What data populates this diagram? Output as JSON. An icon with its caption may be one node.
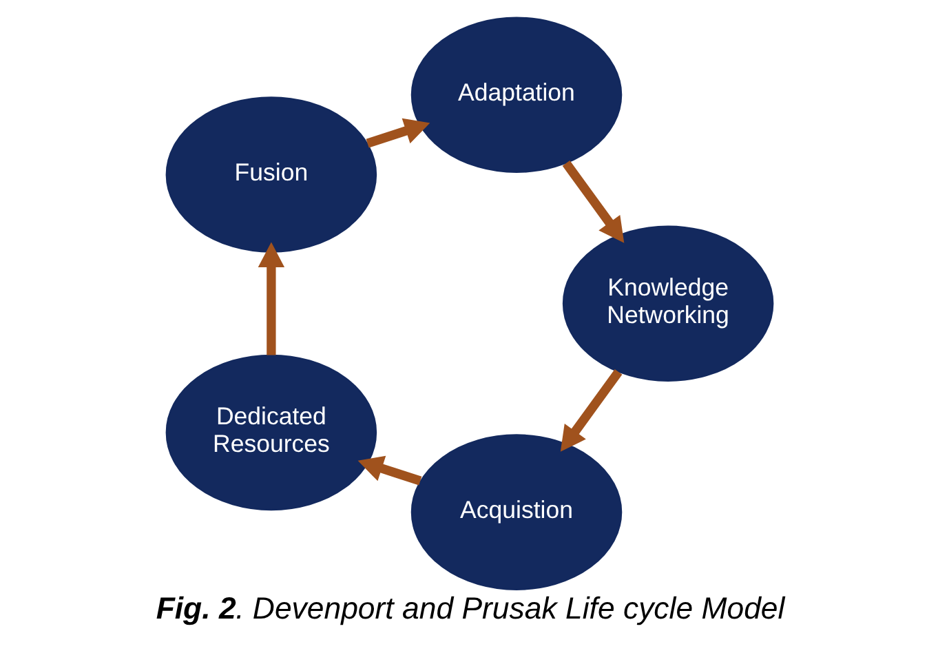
{
  "diagram": {
    "caption": "**Fig. 2**. Devenport and Prusak Life cycle Model",
    "nodes": [
      {
        "text": [
          "Acquistion"
        ]
      },
      {
        "text": [
          "Dedicated Resources"
        ]
      },
      {
        "text": [
          "Fusion"
        ]
      },
      {
        "text": [
          "Adaptation"
        ]
      },
      {
        "text": [
          "Knowledge Networking"
        ]
      }
    ],
    "edges": [
      {
        "from": 0,
        "to": 1,
        "arrow": "to"
      },
      {
        "from": 1,
        "to": 2,
        "arrow": "to"
      },
      {
        "from": 2,
        "to": 3,
        "arrow": "to"
      },
      {
        "from": 3,
        "to": 4,
        "arrow": "to"
      },
      {
        "from": 4,
        "to": 0,
        "arrow": "to"
      }
    ]
  }
}
